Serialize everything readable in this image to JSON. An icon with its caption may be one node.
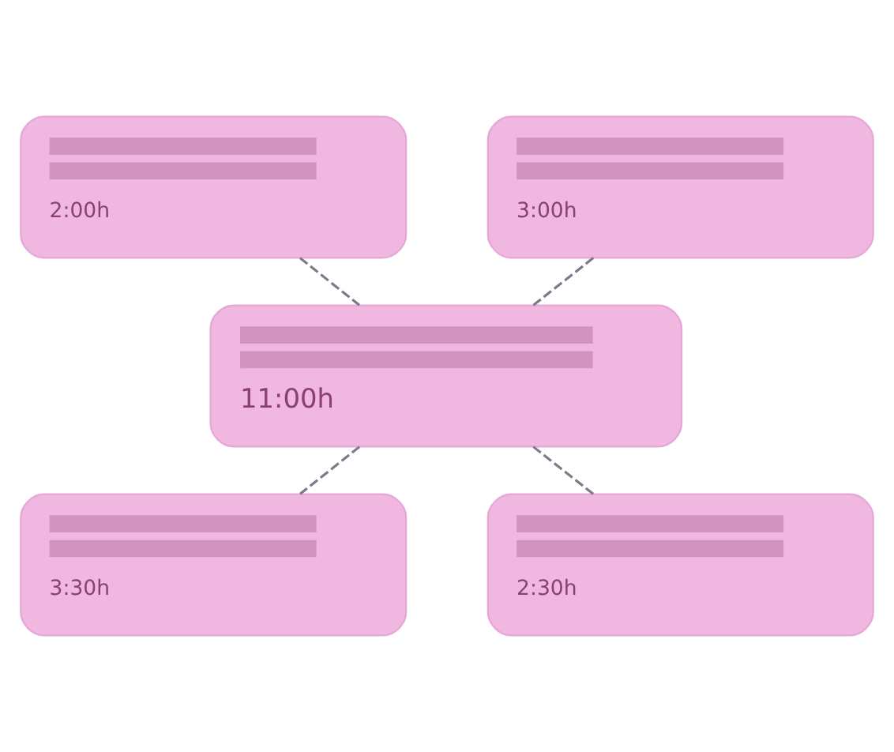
{
  "diagram": {
    "nodes": [
      {
        "text": [
          "2:00h"
        ]
      },
      {
        "text": [
          "3:00h"
        ]
      },
      {
        "text": [
          "11:00h"
        ]
      },
      {
        "text": [
          "3:30h"
        ]
      },
      {
        "text": [
          "2:30h"
        ]
      }
    ],
    "edges": [
      {
        "from": 0,
        "to": 2,
        "arrow": "none",
        "style": "dashed"
      },
      {
        "from": 1,
        "to": 2,
        "arrow": "none",
        "style": "dashed"
      },
      {
        "from": 2,
        "to": 3,
        "arrow": "none",
        "style": "dashed"
      },
      {
        "from": 2,
        "to": 4,
        "arrow": "none",
        "style": "dashed"
      }
    ]
  }
}
